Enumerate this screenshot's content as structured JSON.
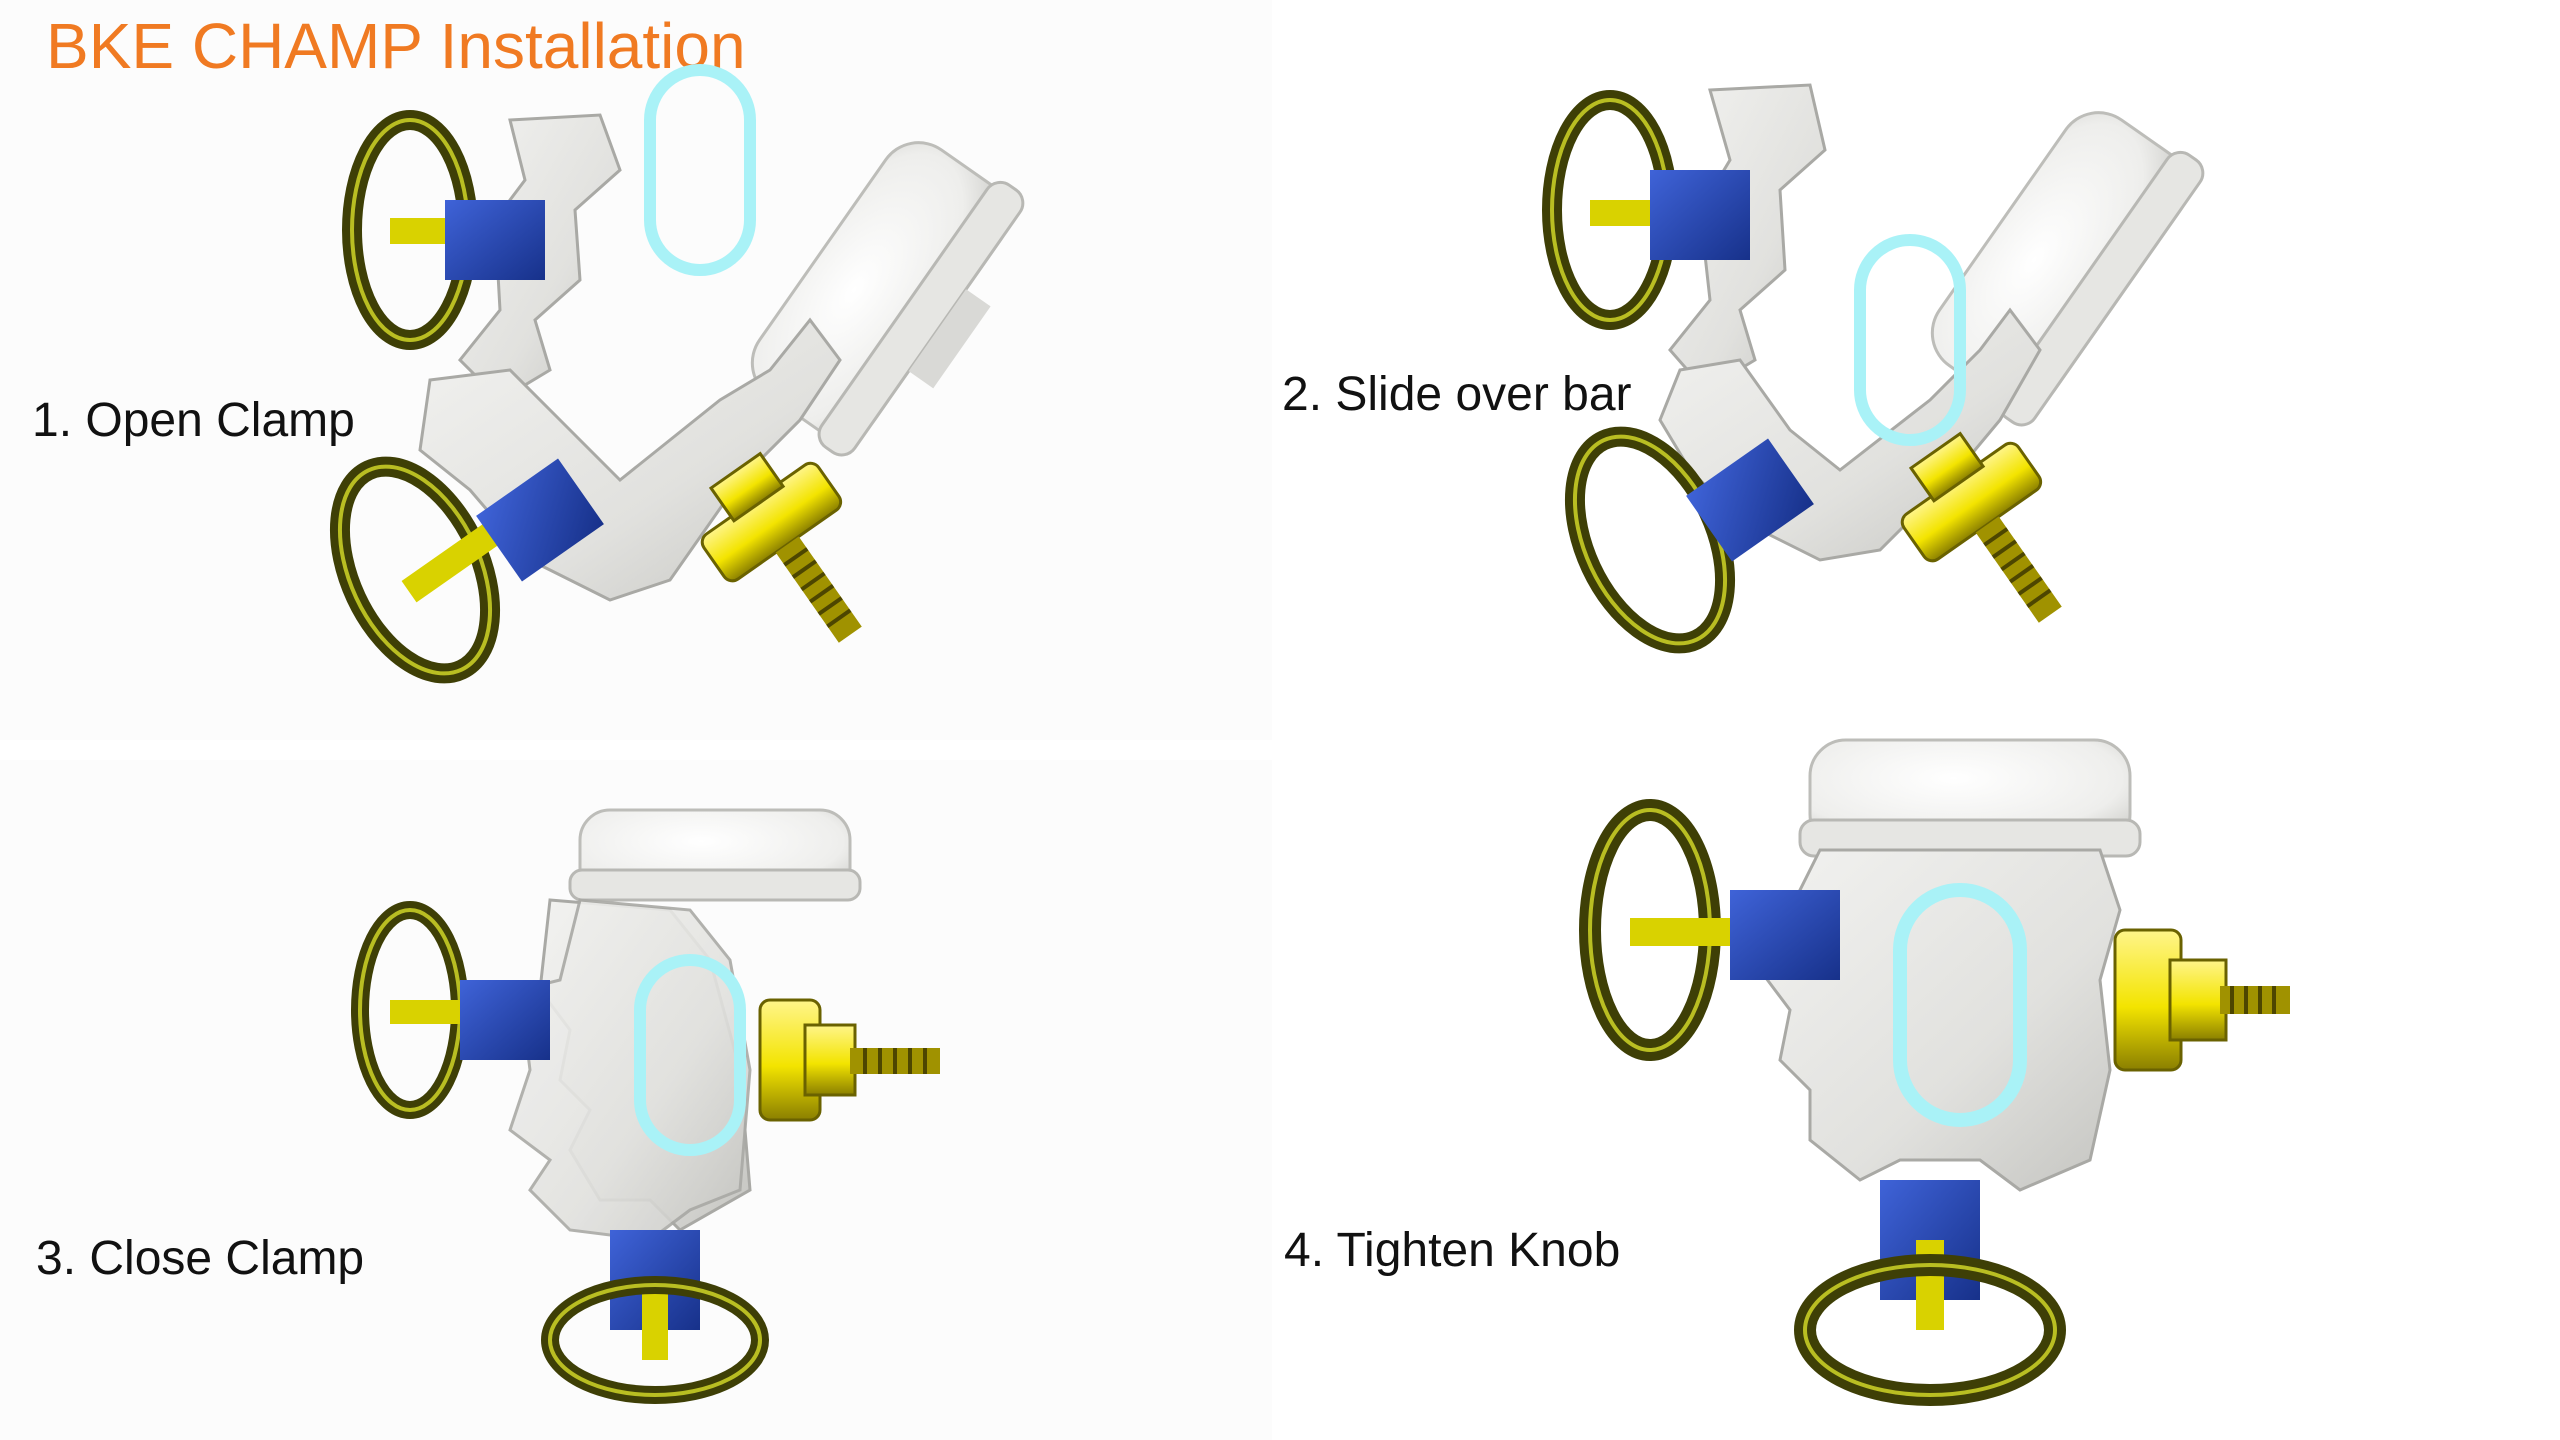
{
  "title": "BKE CHAMP Installation",
  "colors": {
    "title": "#F07A22",
    "label_text": "#111111",
    "clamp_body": "#E4E4E2",
    "clamp_shadow": "#B9B9B6",
    "pin_blue": "#2347B5",
    "ring_olive": "#3E3F06",
    "ring_highlight": "#B9BE22",
    "brass": "#F3E400",
    "bar_outline": "#A9F2F7",
    "knob_white": "#F1F1EF"
  },
  "steps": [
    {
      "label": "1. Open Clamp"
    },
    {
      "label": "2. Slide over bar"
    },
    {
      "label": "3. Close Clamp"
    },
    {
      "label": "4. Tighten Knob"
    }
  ]
}
